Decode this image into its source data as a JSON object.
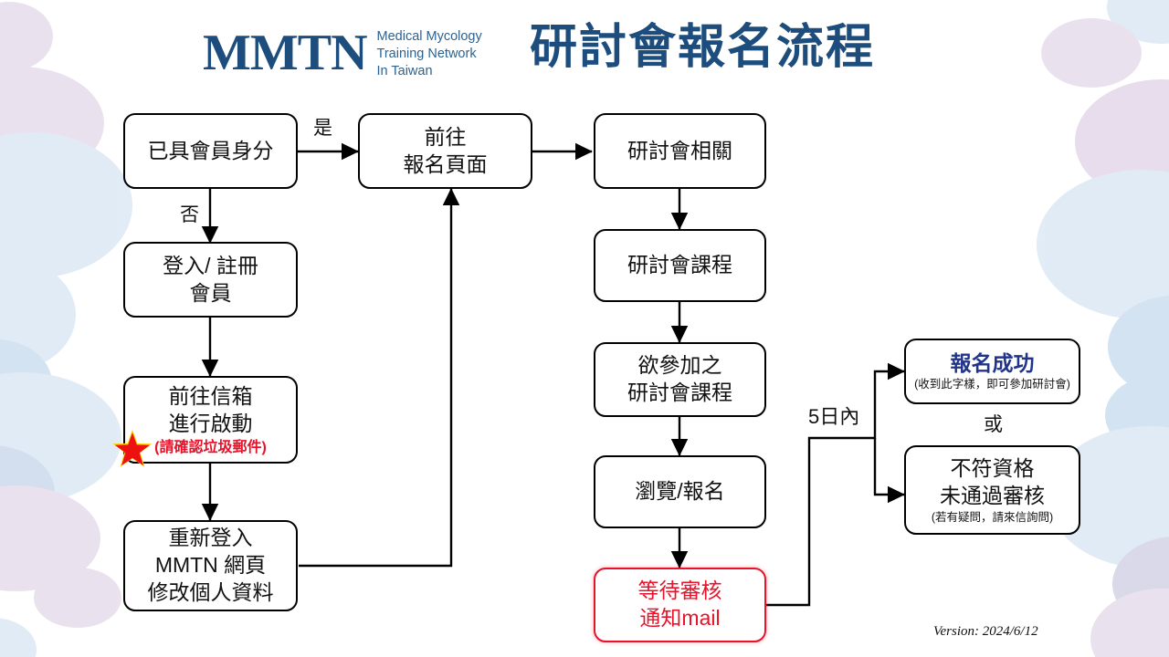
{
  "header": {
    "logo_mark": "MMTN",
    "logo_sub_line1": "Medical Mycology",
    "logo_sub_line2": "Training Network",
    "logo_sub_line3": "In Taiwan",
    "title": "研討會報名流程",
    "brand_color": "#1c4d7c"
  },
  "flow": {
    "nodes": [
      {
        "id": "member-status",
        "line1": "已具會員身分"
      },
      {
        "id": "login-register",
        "line1": "登入/ 註冊",
        "line2": "會員"
      },
      {
        "id": "goto-mailbox",
        "line1": "前往信箱",
        "line2": "進行啟動",
        "note": "(請確認垃圾郵件)"
      },
      {
        "id": "relogin-edit-profile",
        "line1": "重新登入",
        "line2": "MMTN 網頁",
        "line3": "修改個人資料"
      },
      {
        "id": "goto-signup-page",
        "line1": "前往",
        "line2": "報名頁面"
      },
      {
        "id": "seminar-info",
        "line1": "研討會相關"
      },
      {
        "id": "seminar-courses",
        "line1": "研討會課程"
      },
      {
        "id": "desired-courses",
        "line1": "欲參加之",
        "line2": "研討會課程"
      },
      {
        "id": "browse-signup",
        "line1": "瀏覽/報名"
      },
      {
        "id": "await-review",
        "line1": "等待審核",
        "line2": "通知mail",
        "style": "red"
      },
      {
        "id": "signup-success",
        "line1": "報名成功",
        "note": "(收到此字樣，即可參加研討會)",
        "style": "blue-title"
      },
      {
        "id": "not-qualified",
        "line1": "不符資格",
        "line2": "未通過審核",
        "note": "(若有疑問，請來信詢問)"
      }
    ],
    "labels": [
      {
        "id": "yes",
        "text": "是"
      },
      {
        "id": "no",
        "text": "否"
      },
      {
        "id": "within-5-days",
        "text": "5日內"
      },
      {
        "id": "or",
        "text": "或"
      }
    ]
  },
  "icons": {
    "star": "star-icon"
  },
  "footer": {
    "version": "Version: 2024/6/12"
  },
  "colors": {
    "brand_navy": "#1c4d7c",
    "alert_red": "#e8122a",
    "success_blue": "#21348a",
    "decor_blue": "#cfe0f0",
    "decor_lavender": "#ded0e4"
  }
}
